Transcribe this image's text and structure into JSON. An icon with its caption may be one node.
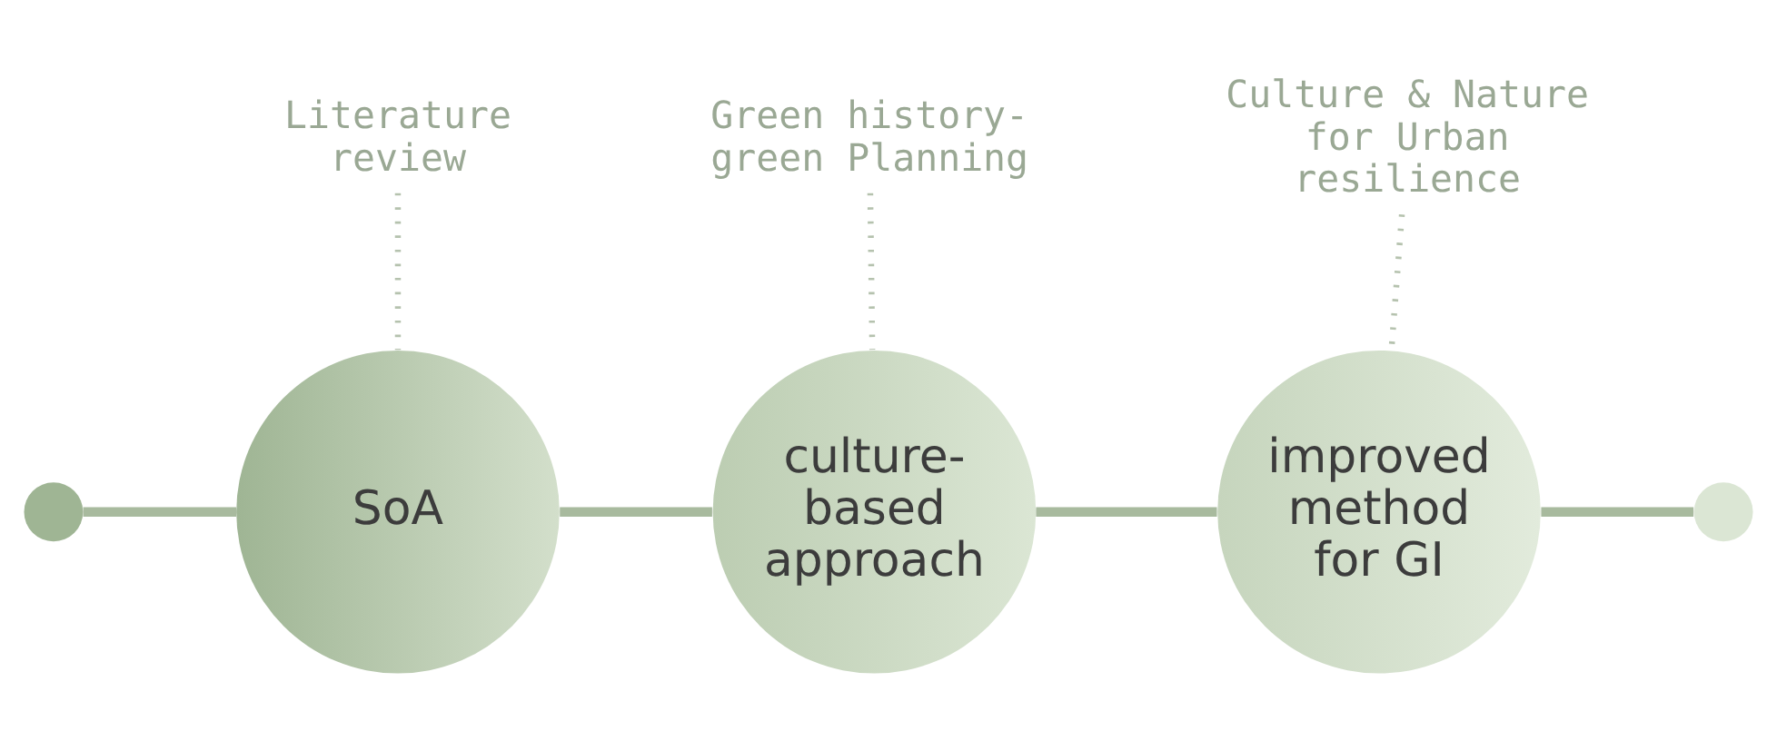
{
  "diagram": {
    "nodes": [
      {
        "text": [
          "Literature review"
        ]
      },
      {
        "text": [
          "Green history- green Planning"
        ]
      },
      {
        "text": [
          "Culture & Nature for Urban resilience"
        ]
      },
      {
        "text": [],
        "shape": "circle"
      },
      {
        "text": [
          "SoA"
        ]
      },
      {
        "text": [
          "culture- based approach"
        ]
      },
      {
        "text": [
          "improved method for GI"
        ]
      },
      {
        "text": [],
        "shape": "circle"
      }
    ],
    "edges": [
      {
        "from": 0,
        "to": 4,
        "arrow": "none",
        "style": "dashed"
      },
      {
        "from": 1,
        "to": 5,
        "arrow": "none",
        "style": "dashed"
      },
      {
        "from": 2,
        "to": 6,
        "arrow": "none",
        "style": "dashed"
      },
      {
        "from": 3,
        "to": 4,
        "arrow": "none"
      },
      {
        "from": 4,
        "to": 5,
        "arrow": "none"
      },
      {
        "from": 5,
        "to": 6,
        "arrow": "none"
      },
      {
        "from": 6,
        "to": 7,
        "arrow": "none"
      }
    ]
  }
}
